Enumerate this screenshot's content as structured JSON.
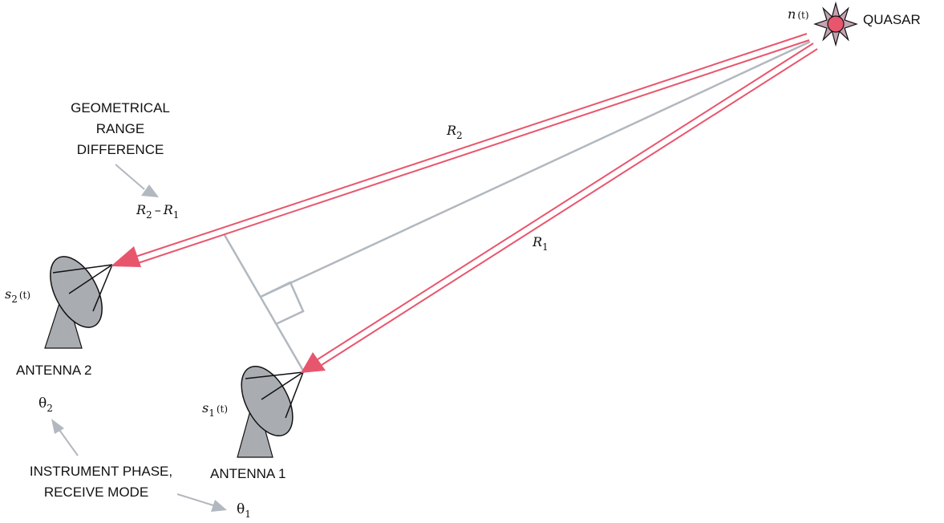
{
  "colors": {
    "signal_beam": "#e8566e",
    "baseline_line": "#b2b8bf",
    "antenna_fill": "#a9adb2",
    "quasar_fill": "#e8566e",
    "quasar_rays": "#c4a3b2",
    "text": "#111111"
  },
  "quasar": {
    "label": "QUASAR",
    "signal_var": "n",
    "signal_arg": "(t)"
  },
  "antenna1": {
    "label": "ANTENNA 1",
    "signal_var": "s",
    "signal_sub": "1",
    "signal_arg": "(t)"
  },
  "antenna2": {
    "label": "ANTENNA 2",
    "signal_var": "s",
    "signal_sub": "2",
    "signal_arg": "(t)"
  },
  "ranges": {
    "r1_var": "R",
    "r1_sub": "1",
    "r2_var": "R",
    "r2_sub": "2",
    "diff_var_a": "R",
    "diff_sub_a": "2",
    "diff_op": "–",
    "diff_var_b": "R",
    "diff_sub_b": "1"
  },
  "geometric_note": {
    "line1": "GEOMETRICAL",
    "line2": "RANGE",
    "line3": "DIFFERENCE"
  },
  "instrument_note": {
    "line1": "INSTRUMENT PHASE,",
    "line2": "RECEIVE MODE"
  },
  "phases": {
    "theta": "θ",
    "sub1": "1",
    "sub2": "2"
  }
}
